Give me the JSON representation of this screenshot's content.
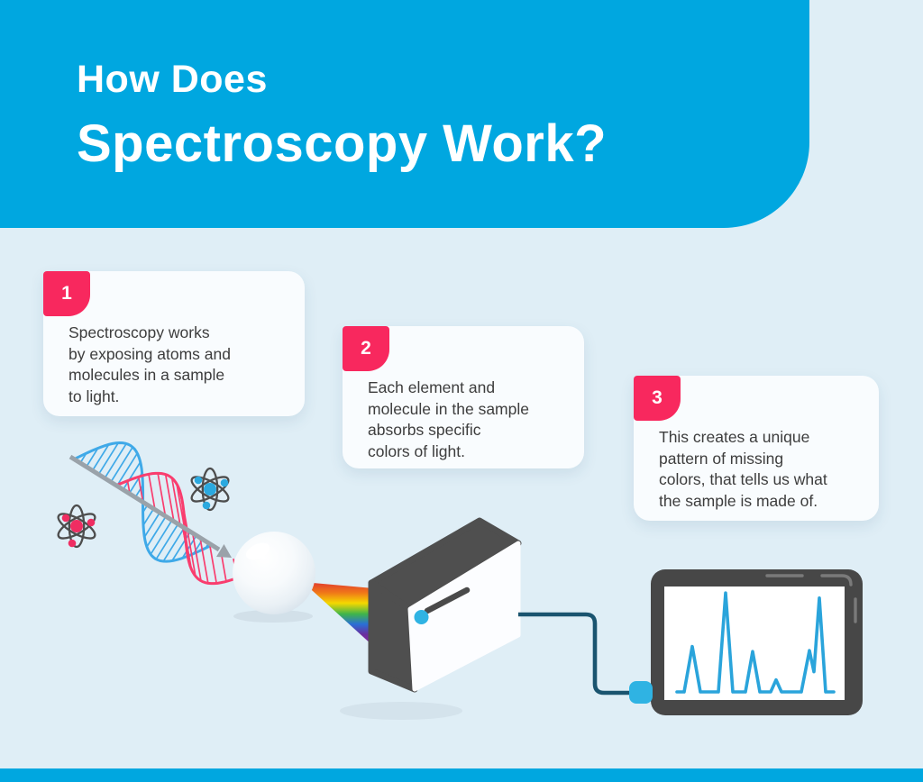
{
  "colors": {
    "accent_cyan": "#00A7E0",
    "background": "#DFEEF6",
    "card_bg": "#F9FCFE",
    "badge_pink": "#F8285E",
    "text_dark": "#3D3D3D",
    "wave_blue": "#3FA9E8",
    "wave_pink": "#F93D6E",
    "arrow_gray": "#9AA2A9",
    "atom_outline": "#4D4D4D",
    "atom_pink": "#EF2D62",
    "atom_blue": "#2BA9DF",
    "device_dark": "#4F4F4F",
    "device_face": "#FCFDFF",
    "knob_cyan": "#2FB3E3",
    "cable_teal": "#1A546F",
    "tablet_frame": "#474747",
    "spectrum_blue": "#2AA4DB"
  },
  "header": {
    "title_line1": "How Does",
    "title_line2": "Spectroscopy Work?"
  },
  "steps": [
    {
      "number": "1",
      "lines": [
        "Spectroscopy works",
        "by exposing atoms and",
        "molecules in a sample",
        "to light."
      ]
    },
    {
      "number": "2",
      "lines": [
        "Each element and",
        "molecule in the sample",
        "absorbs specific",
        "colors of light."
      ]
    },
    {
      "number": "3",
      "lines": [
        "This creates a unique",
        "pattern of missing",
        "colors, that tells us what",
        "the sample is made of."
      ]
    }
  ],
  "illustration": {
    "icons": [
      "light-wave-icon",
      "light-direction-arrow",
      "atom-icon-pink",
      "atom-icon-blue",
      "sample-sphere",
      "rainbow-beam",
      "spectrometer-device",
      "cable",
      "tablet-device",
      "spectrum-graph"
    ]
  },
  "chart_data": {
    "type": "line",
    "title": "",
    "description": "Spectral intensity readout drawn on the tablet screen (no axes or labels visible)",
    "points": [
      [
        7,
        0
      ],
      [
        11,
        0
      ],
      [
        15.5,
        45
      ],
      [
        20,
        0
      ],
      [
        30,
        0
      ],
      [
        34,
        98
      ],
      [
        38,
        0
      ],
      [
        45,
        0
      ],
      [
        49,
        40
      ],
      [
        53,
        0
      ],
      [
        59,
        0
      ],
      [
        62,
        12
      ],
      [
        65,
        0
      ],
      [
        76,
        0
      ],
      [
        80.5,
        41
      ],
      [
        83,
        20
      ],
      [
        86,
        93
      ],
      [
        89.5,
        0
      ],
      [
        94,
        0
      ]
    ],
    "x_units": "percent of screen width",
    "y_units": "percent of max peak height",
    "xlabel": "",
    "ylabel": "",
    "axes_visible": false,
    "grid": false,
    "legend": false,
    "line_color": "#2AA4DB"
  }
}
